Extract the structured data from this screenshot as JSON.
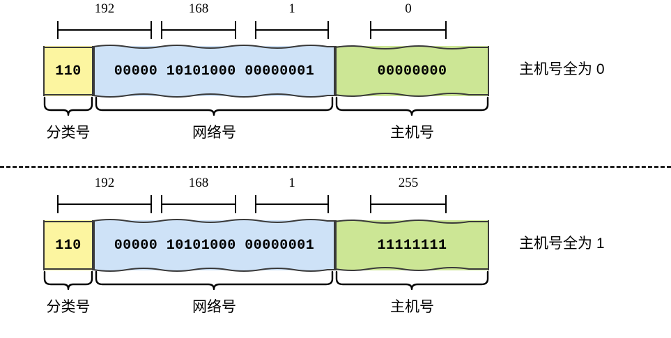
{
  "colors": {
    "class_fill": "#FCF5A0",
    "network_fill": "#CEE2F7",
    "host_fill": "#CCE695",
    "stroke": "#3a3a3a",
    "text": "#000000",
    "divider": "#222222"
  },
  "part_labels": {
    "class": "分类号",
    "network": "网络号",
    "host": "主机号"
  },
  "diagrams": [
    {
      "id": "network-address",
      "octet_ticks": [
        "192",
        "168",
        "1",
        "0"
      ],
      "segments": {
        "class_bits": "110",
        "network_bits": "00000 10101000 00000001",
        "host_bits": "00000000"
      },
      "note": "主机号全为 0"
    },
    {
      "id": "broadcast-address",
      "octet_ticks": [
        "192",
        "168",
        "1",
        "255"
      ],
      "segments": {
        "class_bits": "110",
        "network_bits": "00000 10101000 00000001",
        "host_bits": "11111111"
      },
      "note": "主机号全为 1"
    }
  ]
}
